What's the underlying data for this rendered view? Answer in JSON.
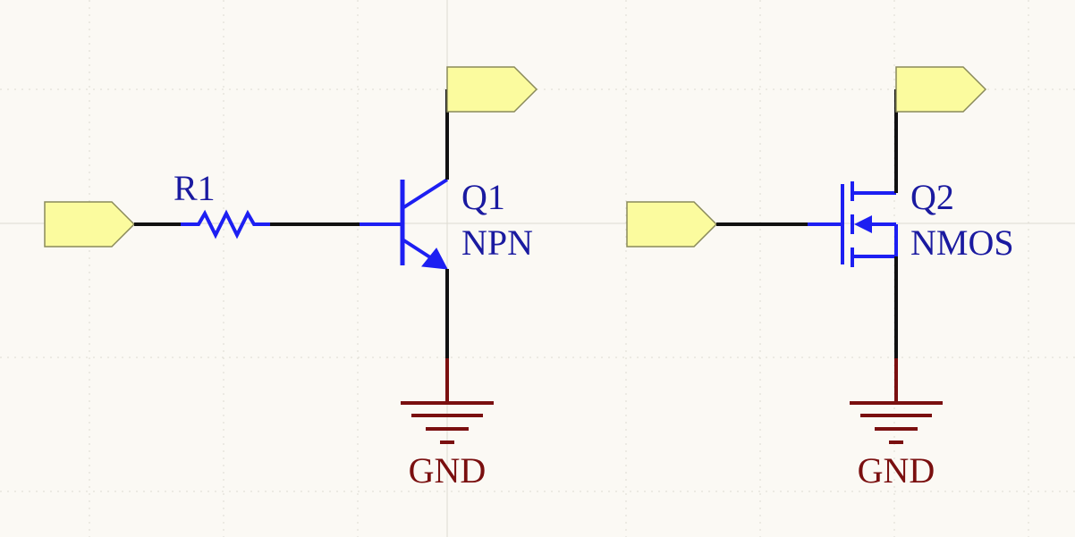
{
  "schematic": {
    "colors": {
      "background": "#fbf9f4",
      "grid": "#dedad2",
      "wire": "#111111",
      "component": "#1d1ff2",
      "label": "#1a1aa0",
      "ground": "#7a0f0f",
      "port_fill": "#fbfb9e",
      "port_stroke": "#8a8a5a"
    },
    "resistor": {
      "designator": "R1"
    },
    "bjt": {
      "designator": "Q1",
      "type": "NPN"
    },
    "mosfet": {
      "designator": "Q2",
      "type": "NMOS"
    },
    "ground_left": {
      "label": "GND"
    },
    "ground_right": {
      "label": "GND"
    }
  }
}
